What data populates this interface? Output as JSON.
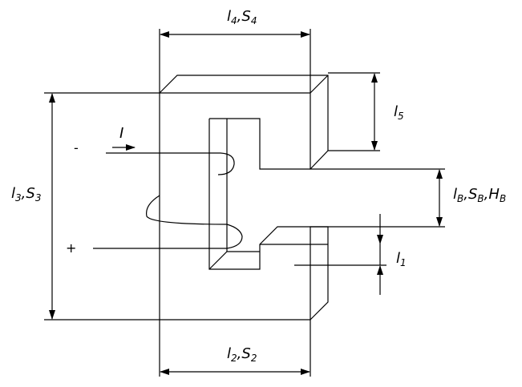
{
  "labels": {
    "l4_s4": {
      "l": "l",
      "l_sub": "4",
      "s": "S",
      "s_sub": "4"
    },
    "l3_s3": {
      "l": "l",
      "l_sub": "3",
      "s": "S",
      "s_sub": "3"
    },
    "l2_s2": {
      "l": "l",
      "l_sub": "2",
      "s": "S",
      "s_sub": "2"
    },
    "l5": {
      "l": "l",
      "l_sub": "5"
    },
    "l1": {
      "l": "l",
      "l_sub": "1"
    },
    "lb_sb_hb": {
      "l": "l",
      "l_sub": "B",
      "s": "S",
      "s_sub": "B",
      "h": "H",
      "h_sub": "B"
    },
    "current": "I",
    "minus": "-",
    "plus": "+"
  }
}
